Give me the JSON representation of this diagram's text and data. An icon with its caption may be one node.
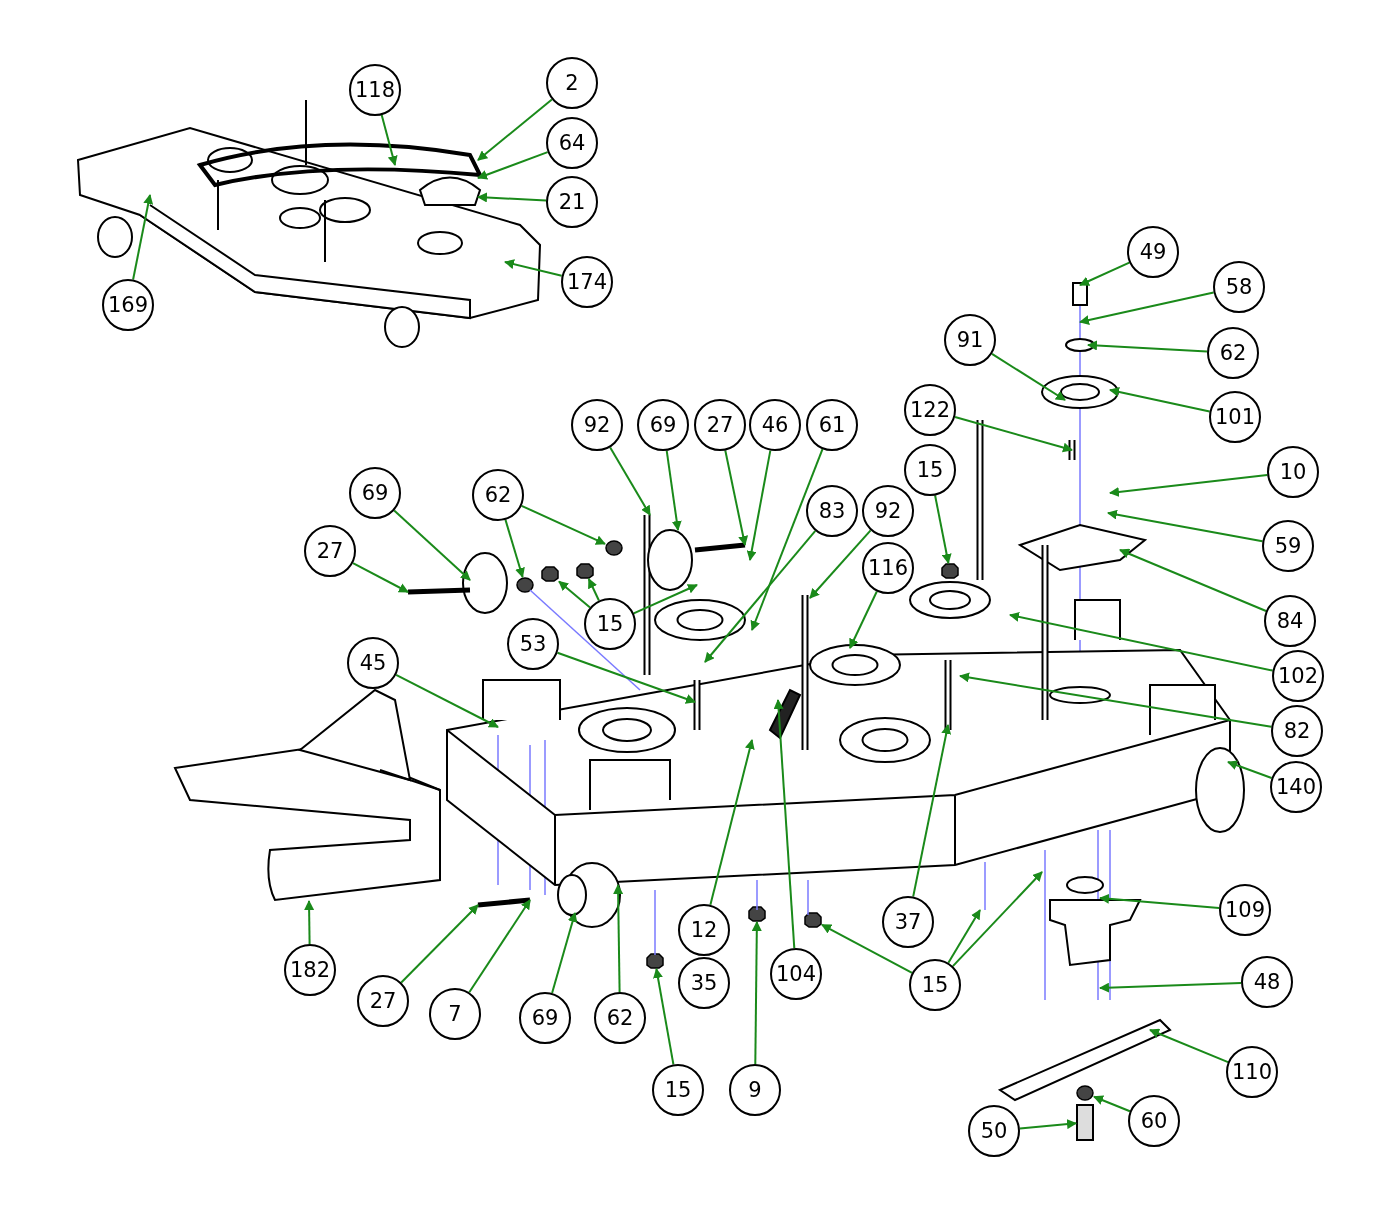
{
  "diagram": {
    "nodes": [
      {
        "text": [
          "118"
        ]
      },
      {
        "text": [
          "2"
        ]
      },
      {
        "text": [
          "64"
        ]
      },
      {
        "text": [
          "21"
        ]
      },
      {
        "text": [
          "169"
        ]
      },
      {
        "text": [
          "174"
        ]
      },
      {
        "text": [
          "49"
        ]
      },
      {
        "text": [
          "58"
        ]
      },
      {
        "text": [
          "62"
        ]
      },
      {
        "text": [
          "91"
        ]
      },
      {
        "text": [
          "101"
        ]
      },
      {
        "text": [
          "122"
        ]
      },
      {
        "text": [
          "10"
        ]
      },
      {
        "text": [
          "59"
        ]
      },
      {
        "text": [
          "84"
        ]
      },
      {
        "text": [
          "15"
        ]
      },
      {
        "text": [
          "102"
        ]
      },
      {
        "text": [
          "82"
        ]
      },
      {
        "text": [
          "140"
        ]
      },
      {
        "text": [
          "92"
        ]
      },
      {
        "text": [
          "69"
        ]
      },
      {
        "text": [
          "27"
        ]
      },
      {
        "text": [
          "46"
        ]
      },
      {
        "text": [
          "61"
        ]
      },
      {
        "text": [
          "83"
        ]
      },
      {
        "text": [
          "92"
        ]
      },
      {
        "text": [
          "116"
        ]
      },
      {
        "text": [
          "69"
        ]
      },
      {
        "text": [
          "62"
        ]
      },
      {
        "text": [
          "27"
        ]
      },
      {
        "text": [
          "15"
        ]
      },
      {
        "text": [
          "53"
        ]
      },
      {
        "text": [
          "45"
        ]
      },
      {
        "text": [
          "182"
        ]
      },
      {
        "text": [
          "27"
        ]
      },
      {
        "text": [
          "7"
        ]
      },
      {
        "text": [
          "69"
        ]
      },
      {
        "text": [
          "62"
        ]
      },
      {
        "text": [
          "15"
        ]
      },
      {
        "text": [
          "12"
        ]
      },
      {
        "text": [
          "35"
        ]
      },
      {
        "text": [
          "9"
        ]
      },
      {
        "text": [
          "104"
        ]
      },
      {
        "text": [
          "37"
        ]
      },
      {
        "text": [
          "15"
        ]
      },
      {
        "text": [
          "109"
        ]
      },
      {
        "text": [
          "48"
        ]
      },
      {
        "text": [
          "110"
        ]
      },
      {
        "text": [
          "60"
        ]
      },
      {
        "text": [
          "50"
        ]
      },
      {
        "text": [],
        "shape": "picture"
      },
      {
        "text": [],
        "shape": "hexagon"
      },
      {
        "text": [],
        "shape": "circle"
      },
      {
        "text": [],
        "shape": "hexagon"
      },
      {
        "text": [],
        "shape": "hexagon"
      },
      {
        "text": [],
        "shape": "hexagon"
      },
      {
        "text": [],
        "shape": "box"
      },
      {
        "text": [],
        "shape": "circle"
      },
      {
        "text": [],
        "shape": "hexagon"
      },
      {
        "text": [],
        "shape": "hexagon"
      },
      {
        "text": [],
        "shape": "circle"
      }
    ],
    "edges": [
      {
        "from": 0,
        "to": null,
        "arrow": "to"
      },
      {
        "from": 1,
        "to": null,
        "arrow": "to"
      },
      {
        "from": 2,
        "to": null,
        "arrow": "to"
      },
      {
        "from": 3,
        "to": null,
        "arrow": "to"
      },
      {
        "from": 4,
        "to": null,
        "arrow": "to"
      },
      {
        "from": 5,
        "to": null,
        "arrow": "to"
      },
      {
        "from": 6,
        "to": null,
        "arrow": "to"
      },
      {
        "from": 7,
        "to": null,
        "arrow": "to"
      },
      {
        "from": 8,
        "to": null,
        "arrow": "to"
      },
      {
        "from": 9,
        "to": null,
        "arrow": "to"
      },
      {
        "from": 10,
        "to": null,
        "arrow": "to"
      },
      {
        "from": 11,
        "to": null,
        "arrow": "to"
      },
      {
        "from": 12,
        "to": null,
        "arrow": "to"
      },
      {
        "from": 13,
        "to": null,
        "arrow": "to"
      },
      {
        "from": 14,
        "to": null,
        "arrow": "to"
      },
      {
        "from": 15,
        "to": 51,
        "arrow": "to"
      },
      {
        "from": 16,
        "to": null,
        "arrow": "to"
      },
      {
        "from": 17,
        "to": null,
        "arrow": "to"
      },
      {
        "from": 18,
        "to": null,
        "arrow": "to"
      },
      {
        "from": 19,
        "to": null,
        "arrow": "to"
      },
      {
        "from": 20,
        "to": null,
        "arrow": "to"
      },
      {
        "from": 21,
        "to": null,
        "arrow": "to"
      },
      {
        "from": 22,
        "to": null,
        "arrow": "to"
      },
      {
        "from": 23,
        "to": null,
        "arrow": "to"
      },
      {
        "from": 24,
        "to": null,
        "arrow": "to"
      },
      {
        "from": 25,
        "to": null,
        "arrow": "to"
      },
      {
        "from": 26,
        "to": null,
        "arrow": "to"
      },
      {
        "from": 27,
        "to": null,
        "arrow": "to"
      },
      {
        "from": 28,
        "to": 52,
        "arrow": "to"
      },
      {
        "from": 28,
        "to": 60,
        "arrow": "to"
      },
      {
        "from": 29,
        "to": null,
        "arrow": "to"
      },
      {
        "from": 30,
        "to": 58,
        "arrow": "to"
      },
      {
        "from": 30,
        "to": 59,
        "arrow": "to"
      },
      {
        "from": 30,
        "to": null,
        "arrow": "to"
      },
      {
        "from": 31,
        "to": null,
        "arrow": "to"
      },
      {
        "from": 32,
        "to": null,
        "arrow": "to"
      },
      {
        "from": 33,
        "to": 50,
        "arrow": "to"
      },
      {
        "from": 34,
        "to": null,
        "arrow": "to"
      },
      {
        "from": 35,
        "to": null,
        "arrow": "to"
      },
      {
        "from": 36,
        "to": null,
        "arrow": "to"
      },
      {
        "from": 37,
        "to": null,
        "arrow": "to"
      },
      {
        "from": 38,
        "to": 53,
        "arrow": "to"
      },
      {
        "from": 39,
        "to": null,
        "arrow": "to"
      },
      {
        "from": 41,
        "to": 54,
        "arrow": "to"
      },
      {
        "from": 42,
        "to": null,
        "arrow": "to"
      },
      {
        "from": 43,
        "to": null,
        "arrow": "to"
      },
      {
        "from": 44,
        "to": 55,
        "arrow": "to"
      },
      {
        "from": 44,
        "to": null,
        "arrow": "to"
      },
      {
        "from": 44,
        "to": null,
        "arrow": "to"
      },
      {
        "from": 45,
        "to": null,
        "arrow": "to"
      },
      {
        "from": 46,
        "to": null,
        "arrow": "to"
      },
      {
        "from": 47,
        "to": null,
        "arrow": "to"
      },
      {
        "from": 48,
        "to": 57,
        "arrow": "to"
      },
      {
        "from": 49,
        "to": 56,
        "arrow": "to"
      }
    ]
  }
}
